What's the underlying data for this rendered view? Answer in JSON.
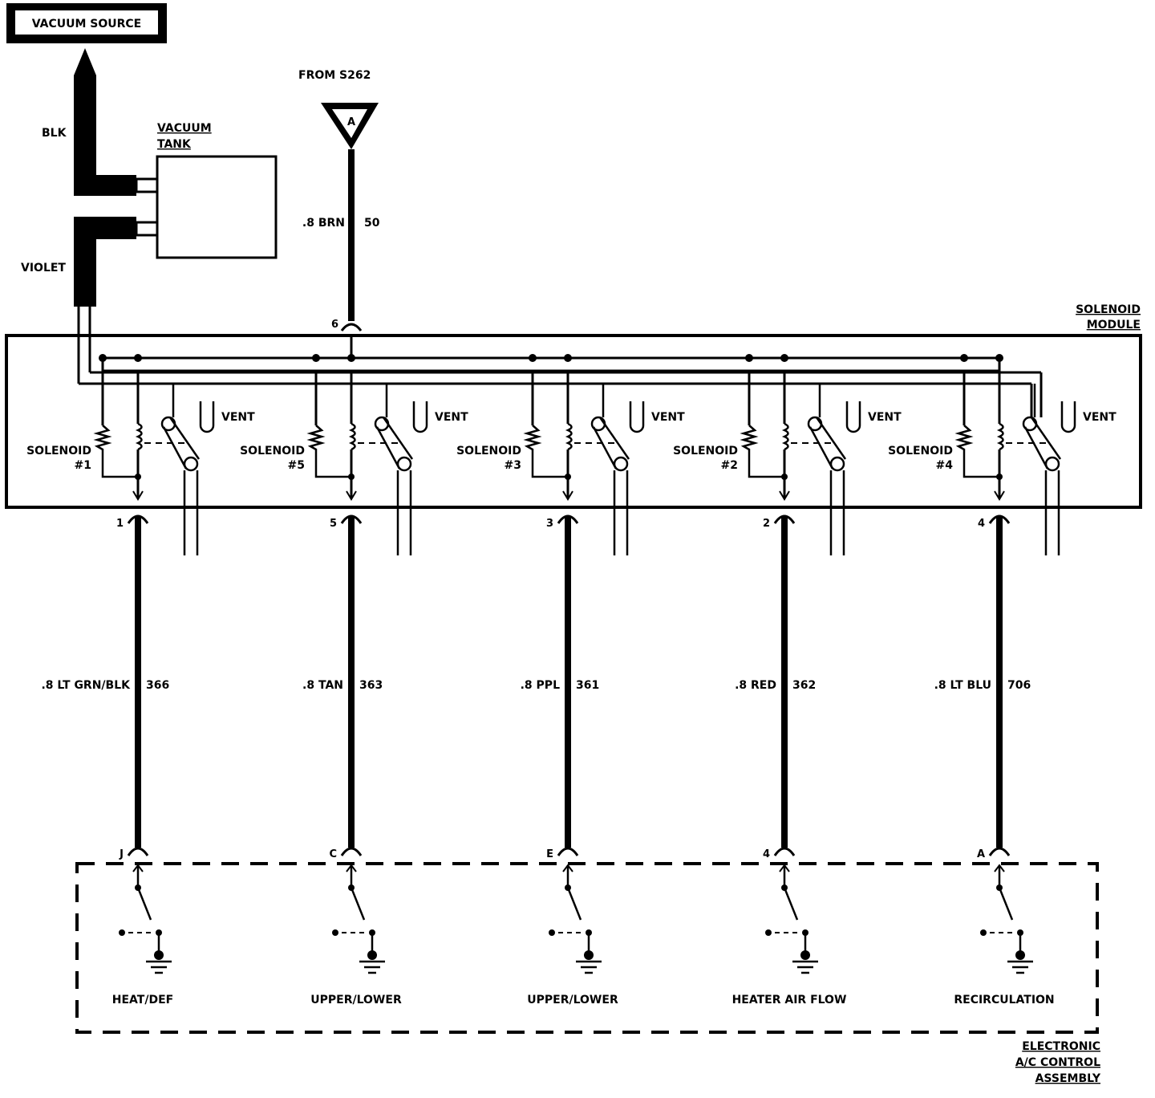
{
  "vacuum": {
    "source": "VACUUM SOURCE",
    "blk": "BLK",
    "violet": "VIOLET",
    "tank_line1": "VACUUM",
    "tank_line2": "TANK"
  },
  "feed": {
    "from": "FROM S262",
    "symbol": "A",
    "wire": ".8 BRN",
    "circuit": "50",
    "pin": "6"
  },
  "module": {
    "title_line1": "SOLENOID",
    "title_line2": "MODULE",
    "vent_label": "VENT",
    "solenoid_label": "SOLENOID"
  },
  "channels": [
    {
      "solenoid_num": "#1",
      "module_pin": "1",
      "wire": ".8 LT GRN/BLK",
      "circuit": "366",
      "control_pin": "J",
      "function": "HEAT/DEF"
    },
    {
      "solenoid_num": "#5",
      "module_pin": "5",
      "wire": ".8 TAN",
      "circuit": "363",
      "control_pin": "C",
      "function": "UPPER/LOWER"
    },
    {
      "solenoid_num": "#3",
      "module_pin": "3",
      "wire": ".8 PPL",
      "circuit": "361",
      "control_pin": "E",
      "function": "UPPER/LOWER"
    },
    {
      "solenoid_num": "#2",
      "module_pin": "2",
      "wire": ".8 RED",
      "circuit": "362",
      "control_pin": "4",
      "function": "HEATER AIR FLOW"
    },
    {
      "solenoid_num": "#4",
      "module_pin": "4",
      "wire": ".8 LT BLU",
      "circuit": "706",
      "control_pin": "A",
      "function": "RECIRCULATION"
    }
  ],
  "control": {
    "line1": "ELECTRONIC",
    "line2": "A/C CONTROL",
    "line3": "ASSEMBLY"
  }
}
